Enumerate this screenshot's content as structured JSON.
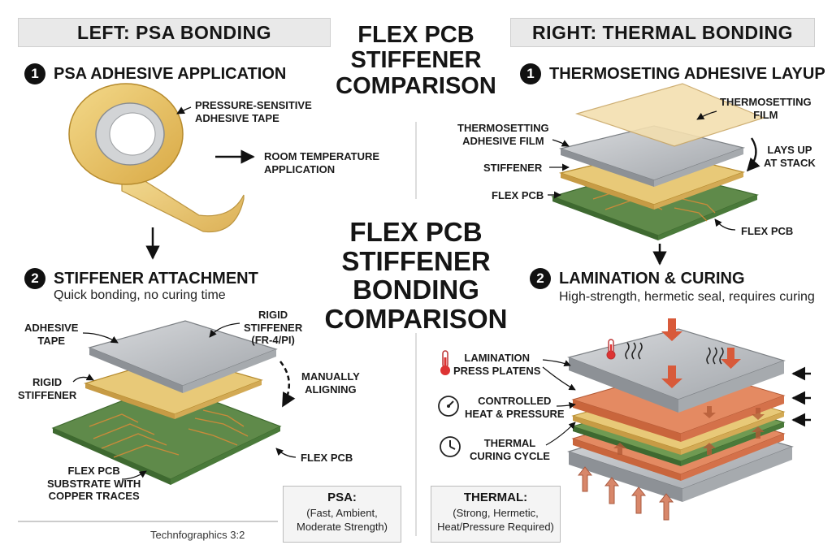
{
  "left": {
    "header": "LEFT: PSA BONDING",
    "step1": {
      "num": "1",
      "title": "PSA ADHESIVE APPLICATION"
    },
    "labels": {
      "tape": [
        "PRESSURE-SENSITIVE",
        "ADHESIVE TAPE"
      ],
      "room_temp": [
        "ROOM TEMPERATURE",
        "APPLICATION"
      ]
    },
    "step2": {
      "num": "2",
      "title": "STIFFENER ATTACHMENT",
      "subtitle": "Quick bonding, no curing time"
    },
    "labels2": {
      "adhesive_tape": [
        "ADHESIVE",
        "TAPE"
      ],
      "rigid_stiffener_top": [
        "RIGID",
        "STIFFENER",
        "(FR-4/PI)"
      ],
      "rigid_stiffener_left": [
        "RIGID",
        "STIFFENER"
      ],
      "manually_aligning": [
        "MANUALLY",
        "ALIGNING"
      ],
      "flex_pcb": "FLEX PCB",
      "substrate": [
        "FLEX PCB",
        "SUBSTRATE WITH",
        "COPPER TRACES"
      ]
    },
    "credit": "Technfographics 3:2",
    "summary": {
      "title": "PSA:",
      "lines": [
        "(Fast, Ambient,",
        "Moderate Strength)"
      ]
    }
  },
  "center": {
    "title_top": [
      "FLEX PCB",
      "STIFFENER",
      "COMPARISON"
    ],
    "title_mid": [
      "FLEX PCB",
      "STIFFENER",
      "BONDING",
      "COMPARISON"
    ]
  },
  "right": {
    "header": "RIGHT: THERMAL BONDING",
    "step1": {
      "num": "1",
      "title": "THERMOSETING ADHESIVE LAYUP"
    },
    "labels": {
      "thermo_film_right": [
        "THERMOSETTING",
        "FILM"
      ],
      "thermo_adhesive_left": [
        "THERMOSETTING",
        "ADHESIVE FILM"
      ],
      "stiffener": "STIFFENER",
      "flex_pcb_left": "FLEX PCB",
      "lays_up": [
        "LAYS UP",
        "AT STACK"
      ],
      "flex_pcb_right": "FLEX PCB"
    },
    "step2": {
      "num": "2",
      "title": "LAMINATION & CURING",
      "subtitle": "High-strength, hermetic seal, requires curing"
    },
    "labels2": {
      "platens": [
        "LAMINATION",
        "PRESS PLATENS"
      ],
      "heat_pressure": [
        "CONTROLLED",
        "HEAT & PRESSURE"
      ],
      "curing": [
        "THERMAL",
        "CURING CYCLE"
      ]
    },
    "summary": {
      "title": "THERMAL:",
      "lines": [
        "(Strong, Hermetic,",
        "Heat/Pressure Required)"
      ]
    }
  },
  "icons": [
    "thermometer-icon",
    "heat-waves-icon",
    "gauge-icon",
    "clock-icon",
    "arrow-icon"
  ],
  "colors": {
    "header_bg": "#e9e9e9",
    "pcb_green": "#5f8a4a",
    "copper": "#c98a3a",
    "adhesive_tan": "#e8c978",
    "stiffener_gray": "#b9bcc0",
    "heat_red": "#d85a3a",
    "arrow_orange": "#d8876a"
  }
}
